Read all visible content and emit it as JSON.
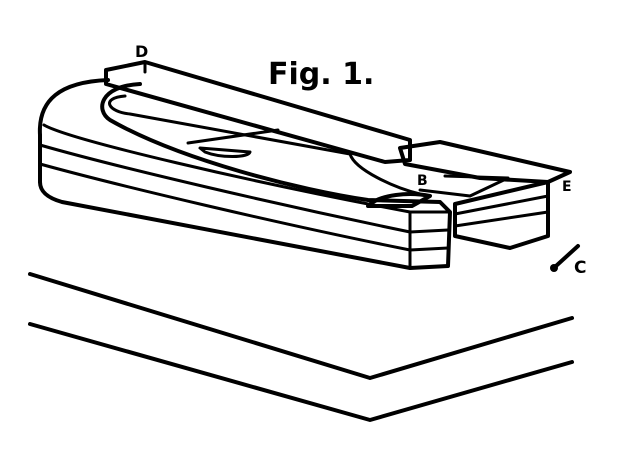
{
  "figure": {
    "title": "Fig. 1.",
    "labels": {
      "d": "D",
      "b": "B",
      "e": "E",
      "c": "C"
    }
  },
  "colors": {
    "ink": "#000000",
    "paper": "#ffffff"
  }
}
